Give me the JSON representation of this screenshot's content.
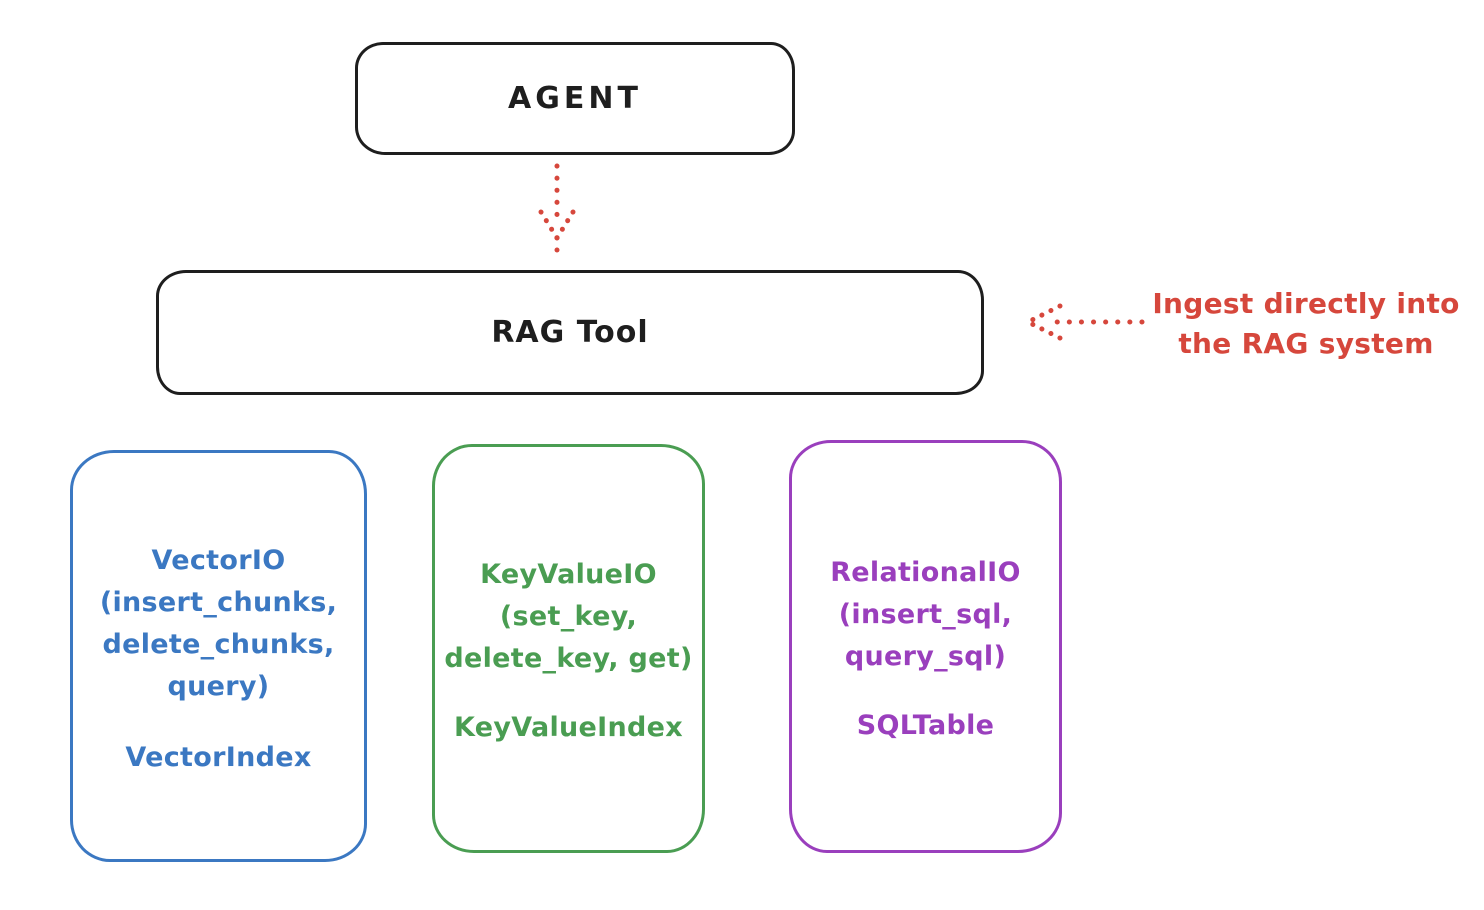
{
  "colors": {
    "ink": "#1e1e1e",
    "red": "#d6473c",
    "blue": "#3b78c2",
    "green": "#4a9d52",
    "purple": "#9a3fbd",
    "bg": "#ffffff"
  },
  "nodes": {
    "agent": {
      "label": "AGENT"
    },
    "rag_tool": {
      "label": "RAG Tool"
    },
    "vector_io": {
      "title": "VectorIO\n(insert_chunks,\ndelete_chunks,\nquery)",
      "index": "VectorIndex"
    },
    "key_value_io": {
      "title": "KeyValueIO\n(set_key,\ndelete_key, get)",
      "index": "KeyValueIndex"
    },
    "relational_io": {
      "title": "RelationalIO\n(insert_sql,\nquery_sql)",
      "index": "SQLTable"
    }
  },
  "annotation": {
    "line1": "Ingest directly into",
    "line2": "the RAG system"
  }
}
